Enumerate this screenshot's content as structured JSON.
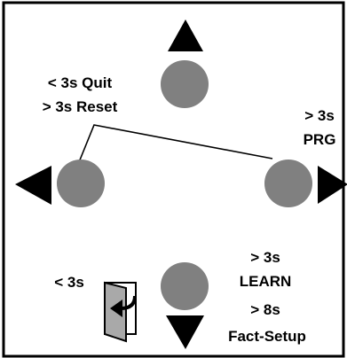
{
  "colors": {
    "background": "#ffffff",
    "border": "#000000",
    "button_fill": "#808080",
    "arrow_fill": "#000000",
    "door_fill": "#a9a9a9"
  },
  "labels": {
    "left_quit": "< 3s Quit",
    "left_reset": "> 3s Reset",
    "right_time": "> 3s",
    "right_prg": "PRG",
    "bottom_left_time": "< 3s",
    "bottom_learn_time": "> 3s",
    "bottom_learn": "LEARN",
    "bottom_fact_time": "> 8s",
    "bottom_fact_setup": "Fact-Setup"
  },
  "icons": {
    "up": "triangle-up-icon",
    "down": "triangle-down-icon",
    "left": "triangle-left-icon",
    "right": "triangle-right-icon",
    "exit": "exit-door-icon"
  }
}
